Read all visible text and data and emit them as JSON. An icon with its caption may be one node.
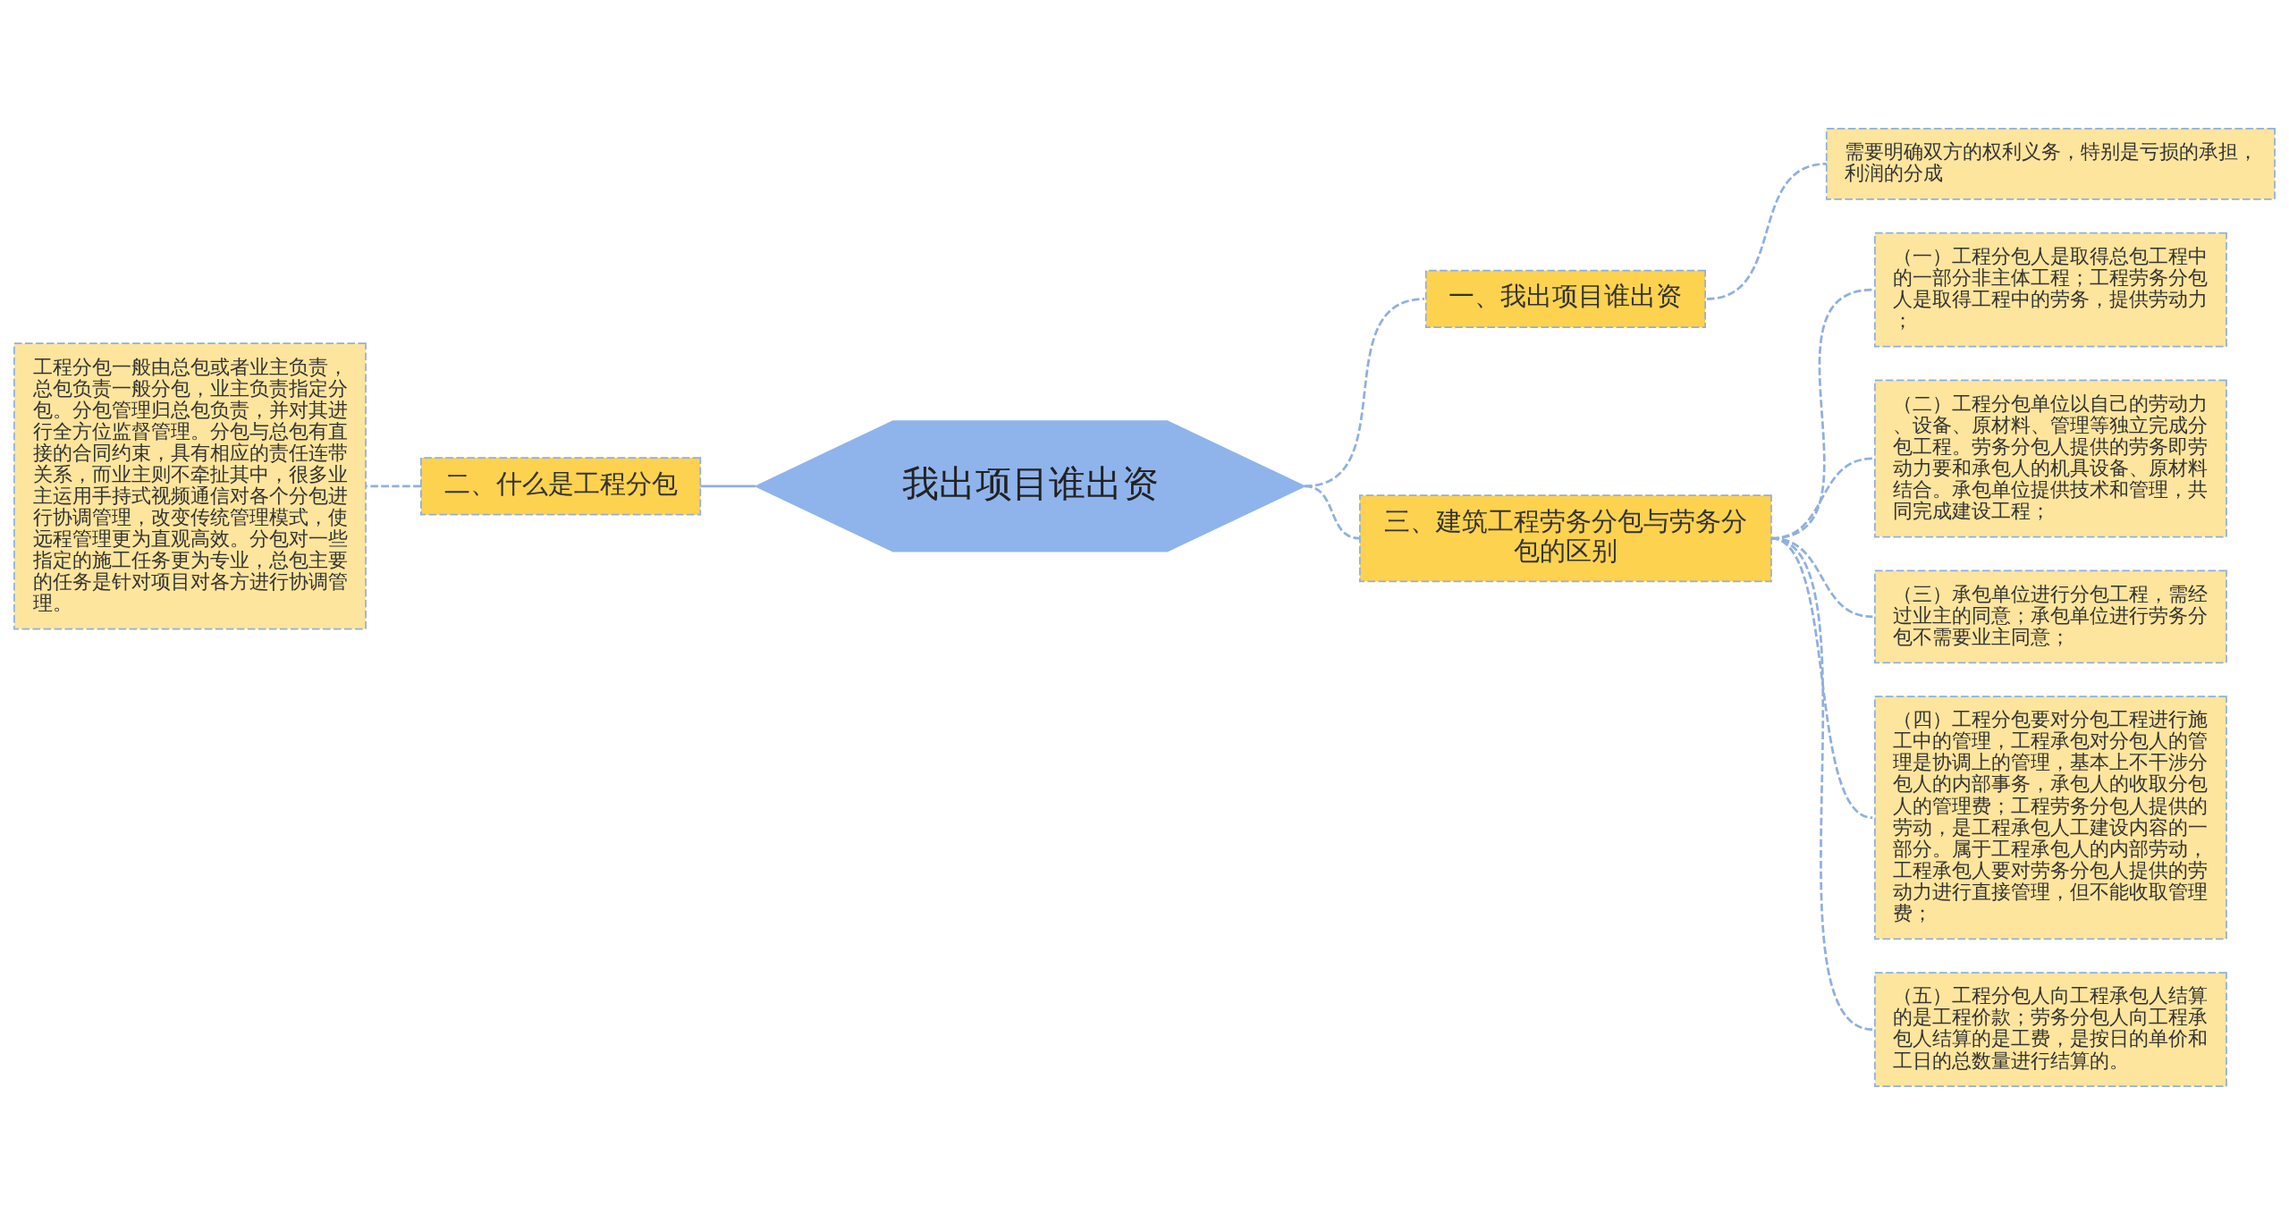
{
  "diagram": {
    "nodes": [
      {
        "text": [
          "我出项目谁出资"
        ]
      },
      {
        "text": [
          "一、我出项目谁出资"
        ]
      },
      {
        "text": [
          "需要明确双方的权利义务，特别是亏损的承担，利润的分成"
        ]
      },
      {
        "text": [
          "二、什么是工程分包"
        ]
      },
      {
        "text": [
          "工程分包一般由总包或者业主负责，总包负责一般分包，业主负责指定分包。分包管理归总包负责，并对其进行全方位监督管理。分包与总包有直接的合同约束，具有相应的责任连带关系，而业主则不牵扯其中，很多业主运用手持式视频通信对各个分包进行协调管理，改变传统管理模式，使远程管理更为直观高效。分包对一些指定的施工任务更为专业，总包主要的任务是针对项目对各方进行协调管理。"
        ]
      },
      {
        "text": [
          "三、建筑工程劳务分包与劳务分包的区别"
        ]
      },
      {
        "text": [
          "（一）工程分包人是取得总包工程中的一部分非主体工程；工程劳务分包人是取得工程中的劳务，提供劳动力；"
        ]
      },
      {
        "text": [
          "（二）工程分包单位以自己的劳动力、设备、原材料、管理等独立完成分包工程。劳务分包人提供的劳务即劳动力要和承包人的机具设备、原材料结合。承包单位提供技术和管理，共同完成建设工程；"
        ]
      },
      {
        "text": [
          "（三）承包单位进行分包工程，需经过业主的同意；承包单位进行劳务分包不需要业主同意；"
        ]
      },
      {
        "text": [
          "（四）工程分包要对分包工程进行施工中的管理，工程承包对分包人的管理是协调上的管理，基本上不干涉分包人的内部事务，承包人的收取分包人的管理费；工程劳务分包人提供的劳动，是工程承包人工建设内容的一部分。属于工程承包人的内部劳动，工程承包人要对劳务分包人提供的劳动力进行直接管理，但不能收取管理费；"
        ]
      },
      {
        "text": [
          "（五）工程分包人向工程承包人结算的是工程价款；劳务分包人向工程承包人结算的是工费，是按日的单价和工日的总数量进行结算的。"
        ]
      }
    ],
    "edges": [
      {
        "from": 0,
        "to": 1,
        "arrow": "none",
        "style": "dashed"
      },
      {
        "from": 1,
        "to": 2,
        "arrow": "none",
        "style": "dashed"
      },
      {
        "from": 0,
        "to": 3,
        "arrow": "none"
      },
      {
        "from": 3,
        "to": 4,
        "arrow": "none",
        "style": "dashed"
      },
      {
        "from": 0,
        "to": 5,
        "arrow": "none",
        "style": "dashed"
      },
      {
        "from": 5,
        "to": 6,
        "arrow": "none",
        "style": "dashed"
      },
      {
        "from": 5,
        "to": 7,
        "arrow": "none",
        "style": "dashed"
      },
      {
        "from": 5,
        "to": 8,
        "arrow": "none",
        "style": "dashed"
      },
      {
        "from": 5,
        "to": 9,
        "arrow": "none",
        "style": "dashed"
      },
      {
        "from": 5,
        "to": 10,
        "arrow": "none",
        "style": "dashed"
      }
    ]
  }
}
